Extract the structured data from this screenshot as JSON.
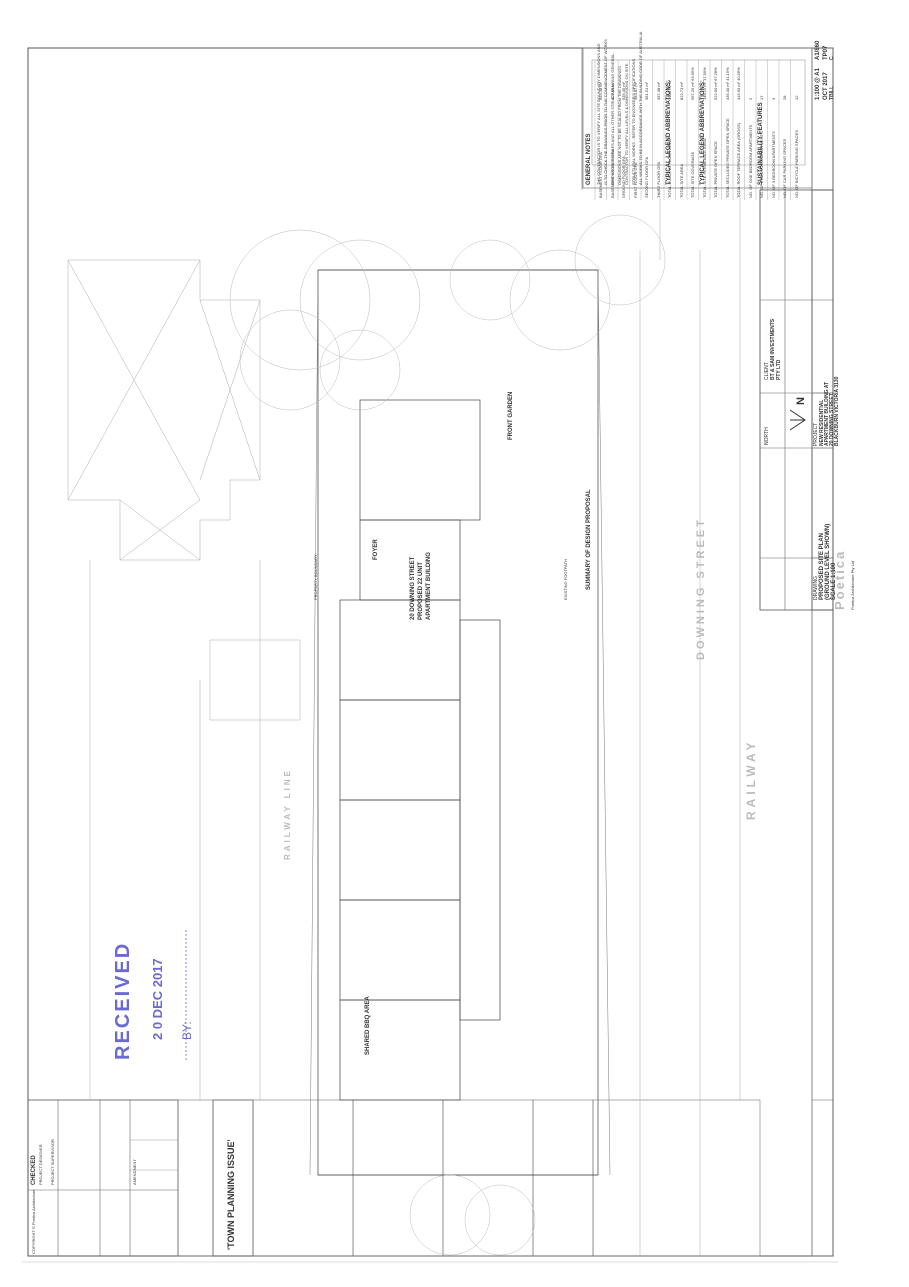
{
  "general_notes": {
    "heading": "GENERAL NOTES",
    "items": [
      "THE CONTRACTOR IS TO VERIFY ALL SITE BOUNDARY DIMENSIONS AND",
      "IS TO CHECK THE DRAWINGS PRIOR TO THE COMMENCEMENT OF WORKS",
      "OPENINGS, FINISHES AND ALL OTHER STRUCTURAL AND GENERAL",
      "DIMENSIONS ARE NOT TO BE SCALED FROM THE DRAWINGS",
      "CONTRACTOR TO VERIFY ALL LEVELS & DIMENSIONS ON SITE",
      "STRUCTURAL WORKS - REFER TO ENGINEER'S SPECIFICATIONS",
      "ALL WORKS TO BE IN ACCORDANCE WITH THE BUILDING CODE OF AUSTRALIA"
    ]
  },
  "legend": {
    "heading": "TYPICAL LEGEND ABBREVIATIONS:",
    "abbrev_heading": "TYPICAL LEGEND ABBREVIATIONS:"
  },
  "sustainability": {
    "heading": "SUSTAINABILITY FEATURES"
  },
  "summary": {
    "heading": "SUMMARY OF DESIGN PROPOSAL",
    "rows": [
      {
        "label": "BASEMENT FLOOR GFA",
        "value": "693.38 m²"
      },
      {
        "label": "BASEMENT STORES GFA",
        "value": "102.50 m²"
      },
      {
        "label": "GROUND FLOOR GFA",
        "value": "635.45 m²"
      },
      {
        "label": "FIRST FLOOR GFA",
        "value": "583.87 m²"
      },
      {
        "label": "SECOND FLOOR GFA",
        "value": "381.51 m²"
      },
      {
        "label": "THIRD FLOOR GFA",
        "value": "357.38 m²"
      },
      {
        "label": "TOTAL BUILDING FLOOR AREA",
        "value": "1958.70 m²"
      },
      {
        "label": "TOTAL SITE AREA",
        "value": "822.73 m²"
      },
      {
        "label": "TOTAL SITE COVERAGE",
        "value": "567.25 m²   63.95%"
      },
      {
        "label": "TOTAL SITE PERMEABLE AREA",
        "value": "148.15 m²   17.90%"
      },
      {
        "label": "TOTAL PRIVATE OPEN SPACE",
        "value": "522.60 m²   67.28%"
      },
      {
        "label": "TOTAL SECLUDED PRIVATE OPEN SPACE",
        "value": "435.40 m²   41.15%"
      },
      {
        "label": "TOTAL ROOF TERRACE AREA (GROSS)",
        "value": "415.60 m²   40.56%"
      },
      {
        "label": "NO. OF ONE BEDROOM APARTMENTS",
        "value": "2"
      },
      {
        "label": "NO. OF 2 BEDROOM APARTMENTS",
        "value": "17"
      },
      {
        "label": "NO. OF 3 BEDROOM APARTMENTS",
        "value": "3"
      },
      {
        "label": "NO. OF CAR PARKING SPACES",
        "value": "28"
      },
      {
        "label": "NO. OF BICYCLE PARKING SPACES",
        "value": "12"
      }
    ]
  },
  "title_block": {
    "drawing_label": "DRAWING",
    "drawing_title_1": "PROPOSED SITE PLAN",
    "drawing_title_2": "(GROUND LEVEL SHOWN)",
    "drawing_title_3": "SCALE 1:100",
    "scale_value": "1:100 @ A1",
    "paper_size": "A1/860",
    "date_value": "OCT 2017",
    "drawing_no": "TP07",
    "drawn_by": "TBILL",
    "revision": "C",
    "project_label": "PROJECT",
    "project_1": "NEW RESIDENTIAL",
    "project_2": "APARTMENT BUILDING AT",
    "project_3": "20 DOWNING STREET,",
    "project_4": "BLACKBURN VICTORIA 3130",
    "client_label": "CLIENT",
    "client_1": "BT & SAM INVESTMENTS",
    "client_2": "PTY LTD",
    "north_label": "NORTH",
    "north_letter": "N",
    "logo_text": "Poetica",
    "logo_sub": "Poetica Architecture Pty Ltd",
    "issue_stamp": "'TOWN PLANNING ISSUE'",
    "checked_heading": "CHECKED",
    "project_designer": "PROJECT DESIGNER",
    "project_supervisor": "PROJECT SUPERVISOR",
    "amendment_label": "AMENDMENT",
    "copyright": "COPYRIGHT © Poetica Architecture"
  },
  "plan_labels": {
    "building_title_1": "20 DOWNING STREET",
    "building_title_2": "PROPOSED 22 UNIT",
    "building_title_3": "APARTMENT BUILDING",
    "foyer": "FOYER",
    "front_garden": "FRONT GARDEN",
    "shared_bbq": "SHARED BBQ AREA",
    "property_boundary": "PROPERTY BOUNDARY",
    "existing_footpath": "EXISTING FOOTPATH",
    "downing_street": "DOWNING STREET",
    "railway": "RAILWAY",
    "railway_line": "RAILWAY LINE"
  },
  "stamp": {
    "received": "RECEIVED",
    "date": "2 0 DEC 2017",
    "by": "BY:"
  },
  "colors": {
    "line": "#555555",
    "faint": "#b8b8b8",
    "stamp": "#6a6ad0",
    "logo": "#e6348c"
  }
}
